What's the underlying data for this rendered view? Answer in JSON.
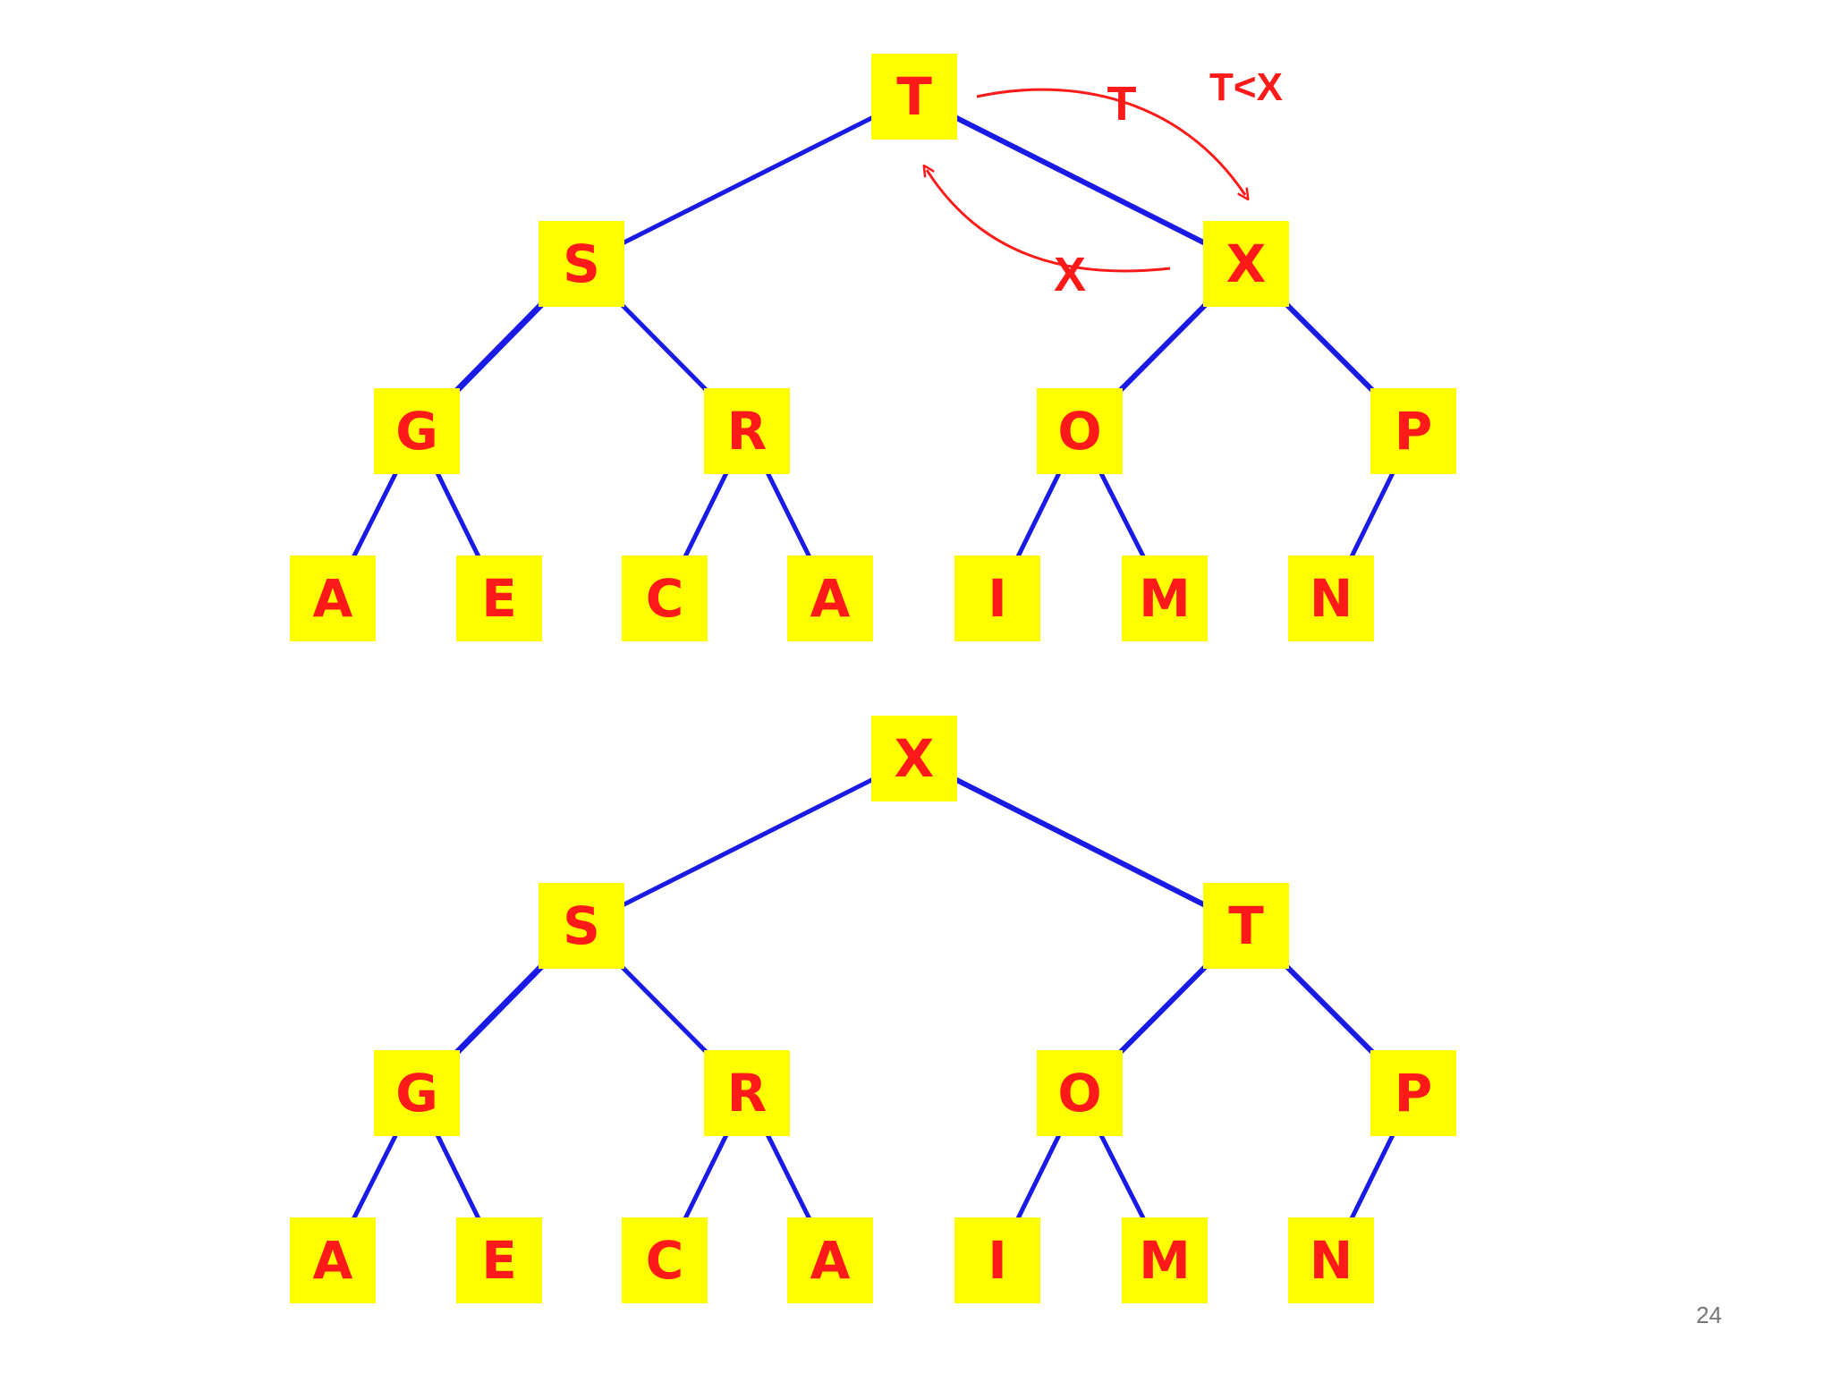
{
  "colors": {
    "node_fill": "#ffff00",
    "node_label": "#ff1a1a",
    "edge": "#1a1ae6",
    "annotation": "#ff1a1a",
    "page_number": "#777777"
  },
  "trees": [
    {
      "id": "before-swap",
      "nodes": [
        "T",
        "S",
        "X",
        "G",
        "R",
        "O",
        "P",
        "A",
        "E",
        "C",
        "A",
        "I",
        "M",
        "N"
      ]
    },
    {
      "id": "after-swap",
      "nodes": [
        "X",
        "S",
        "T",
        "G",
        "R",
        "O",
        "P",
        "A",
        "E",
        "C",
        "A",
        "I",
        "M",
        "N"
      ]
    }
  ],
  "annotations": {
    "comparison": "T<X",
    "arrow_forward_label": "T",
    "arrow_back_label": "X"
  },
  "page_number": "24"
}
